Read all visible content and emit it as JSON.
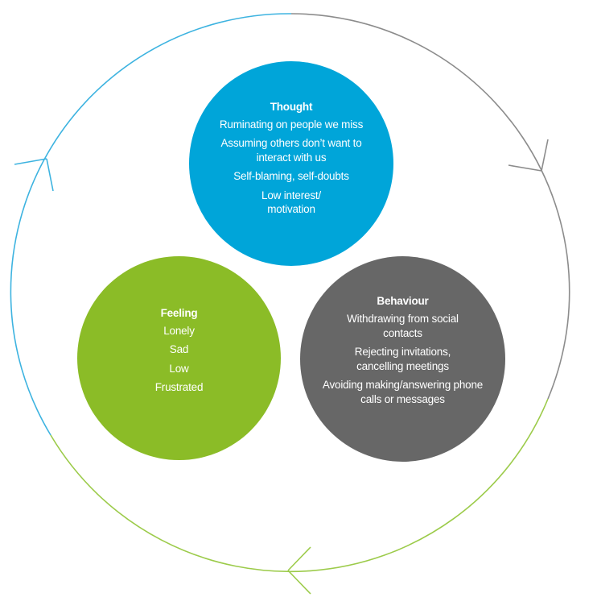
{
  "diagram": {
    "type": "cycle",
    "ring_colors": {
      "thought_segment": "#3DB3E0",
      "behaviour_segment": "#8C8C8C",
      "feeling_segment": "#9CCB4A"
    },
    "nodes": [
      {
        "id": "thought",
        "title": "Thought",
        "color": "#00A5D9",
        "items": [
          "Ruminating on people we miss",
          "Assuming others don’t want to interact with us",
          "Self-blaming, self-doubts",
          "Low interest/ motivation"
        ]
      },
      {
        "id": "feeling",
        "title": "Feeling",
        "color": "#8BBC27",
        "items": [
          "Lonely",
          "Sad",
          "Low",
          "Frustrated"
        ]
      },
      {
        "id": "behaviour",
        "title": "Behaviour",
        "color": "#676767",
        "items": [
          "Withdrawing from social contacts",
          "Rejecting invitations, cancelling meetings",
          "Avoiding making/answering phone calls or messages"
        ]
      }
    ],
    "flow": [
      "thought",
      "behaviour",
      "feeling",
      "thought"
    ],
    "arrows": [
      {
        "name": "arrow-to-thought",
        "segment": "blue"
      },
      {
        "name": "arrow-to-behaviour",
        "segment": "grey"
      },
      {
        "name": "arrow-to-feeling",
        "segment": "green"
      }
    ]
  }
}
